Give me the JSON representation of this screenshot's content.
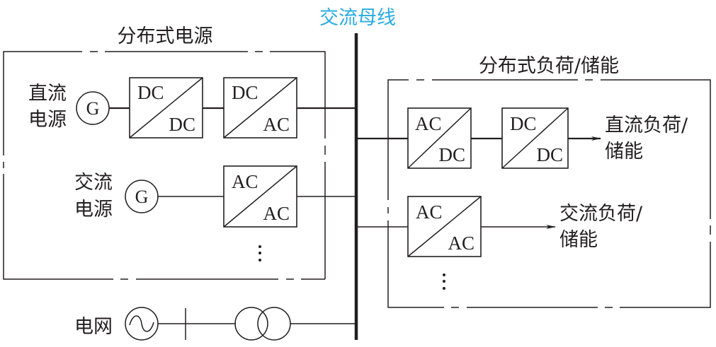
{
  "colors": {
    "line": "#231f20",
    "bus_title": "#29abe2",
    "background": "#ffffff"
  },
  "bus": {
    "title": "交流母线"
  },
  "source_group": {
    "title": "分布式电源",
    "dc_source": {
      "label_line1": "直流",
      "label_line2": "电源",
      "generator_symbol": "G",
      "converters": [
        {
          "top": "DC",
          "bottom": "DC"
        },
        {
          "top": "DC",
          "bottom": "AC"
        }
      ]
    },
    "ac_source": {
      "label_line1": "交流",
      "label_line2": "电源",
      "generator_symbol": "G",
      "converters": [
        {
          "top": "AC",
          "bottom": "AC"
        }
      ]
    },
    "ellipsis": "⋮"
  },
  "load_group": {
    "title": "分布式负荷/储能",
    "dc_load": {
      "label_line1": "直流负荷/",
      "label_line2": "储能",
      "converters": [
        {
          "top": "AC",
          "bottom": "DC"
        },
        {
          "top": "DC",
          "bottom": "DC"
        }
      ]
    },
    "ac_load": {
      "label_line1": "交流负荷/",
      "label_line2": "储能",
      "converters": [
        {
          "top": "AC",
          "bottom": "AC"
        }
      ]
    },
    "ellipsis": "⋮"
  },
  "grid": {
    "label": "电网",
    "source_symbol": "ac-source-sine",
    "components": [
      "breaker",
      "transformer"
    ]
  }
}
